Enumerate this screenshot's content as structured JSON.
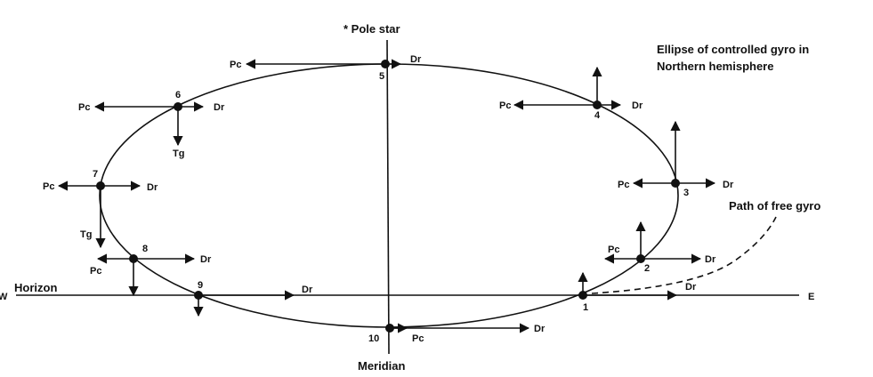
{
  "title_lines": [
    "Ellipse of controlled gyro in",
    "Northern hemisphere"
  ],
  "pole_star": "* Pole star",
  "meridian": "Meridian",
  "horizon": "Horizon",
  "west": "W",
  "east": "E",
  "free_gyro": "Path of free gyro",
  "points": [
    {
      "id": "1",
      "labels": {
        "dr": "Dr"
      }
    },
    {
      "id": "2",
      "labels": {
        "pc": "Pc",
        "dr": "Dr"
      }
    },
    {
      "id": "3",
      "labels": {
        "pc": "Pc",
        "dr": "Dr"
      }
    },
    {
      "id": "4",
      "labels": {
        "pc": "Pc",
        "dr": "Dr"
      }
    },
    {
      "id": "5",
      "labels": {
        "pc": "Pc",
        "dr": "Dr"
      }
    },
    {
      "id": "6",
      "labels": {
        "pc": "Pc",
        "dr": "Dr",
        "tg": "Tg"
      }
    },
    {
      "id": "7",
      "labels": {
        "pc": "Pc",
        "dr": "Dr",
        "tg": "Tg"
      }
    },
    {
      "id": "8",
      "labels": {
        "pc": "Pc",
        "dr": "Dr"
      }
    },
    {
      "id": "9",
      "labels": {
        "dr": "Dr"
      }
    },
    {
      "id": "10",
      "labels": {
        "pc": "Pc",
        "dr": "Dr"
      }
    }
  ]
}
